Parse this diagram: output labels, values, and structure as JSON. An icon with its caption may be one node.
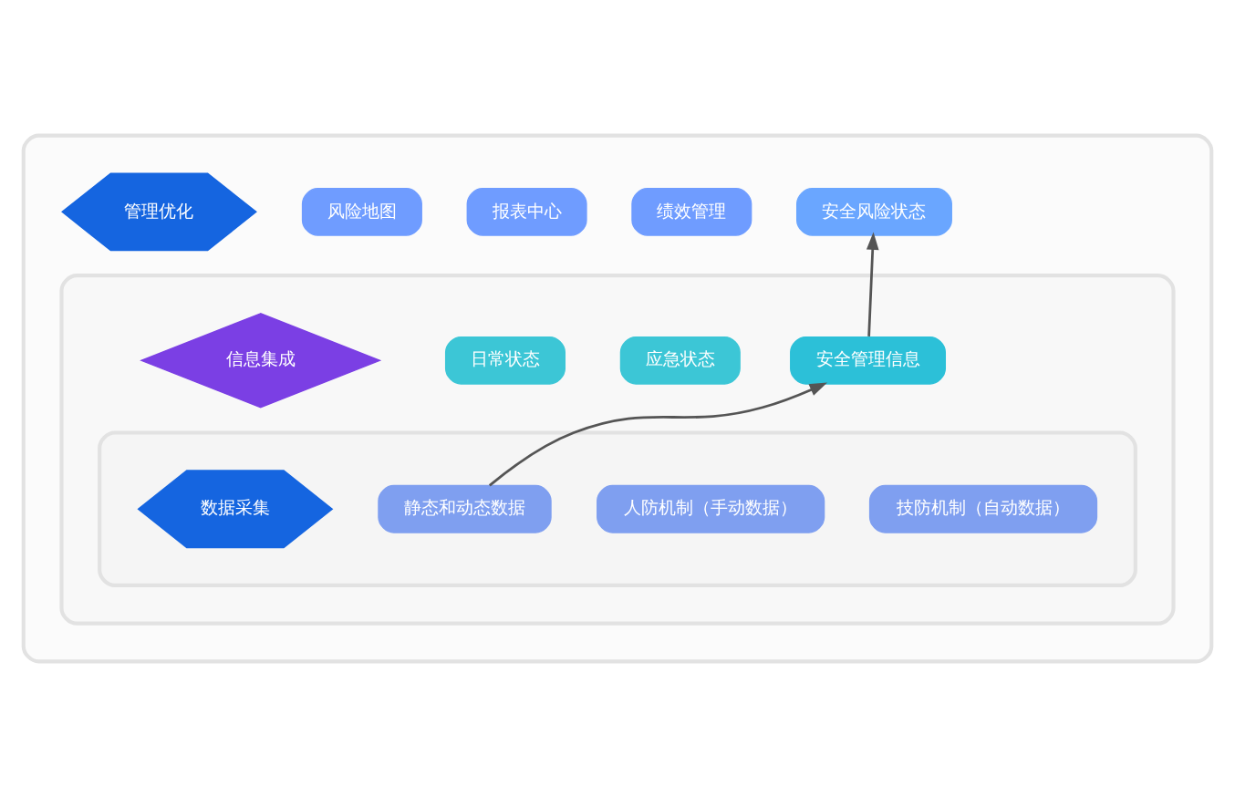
{
  "diagram": {
    "nodes": [
      {
        "text": [],
        "shape": "ellipse"
      },
      {
        "text": [],
        "shape": "ellipse",
        "in": 0
      },
      {
        "text": [],
        "shape": "ellipse",
        "in": 1
      },
      {
        "text": [
          "管理优化"
        ],
        "in": 0
      },
      {
        "text": [
          "安全风险状态"
        ],
        "in": 0
      },
      {
        "text": [
          "风险地图"
        ],
        "in": 0
      },
      {
        "text": [
          "报表中心"
        ],
        "in": 0
      },
      {
        "text": [
          "绩效管理"
        ],
        "in": 0
      },
      {
        "text": [
          "信息集成"
        ],
        "in": 1
      },
      {
        "text": [
          "安全管理信息"
        ],
        "in": 1
      },
      {
        "text": [
          "日常状态"
        ],
        "in": 1
      },
      {
        "text": [
          "应急状态"
        ],
        "in": 1
      },
      {
        "text": [
          "数据采集"
        ],
        "in": 2
      },
      {
        "text": [
          "静态和动态数据"
        ],
        "in": 2
      },
      {
        "text": [
          "人防机制（手动数据）"
        ],
        "in": 2
      },
      {
        "text": [
          "技防机制（自动数据）"
        ],
        "in": 2
      }
    ],
    "edges": [
      {
        "from": 13,
        "to": 9,
        "arrow": "to"
      },
      {
        "from": 9,
        "to": 4,
        "arrow": "to"
      }
    ]
  }
}
